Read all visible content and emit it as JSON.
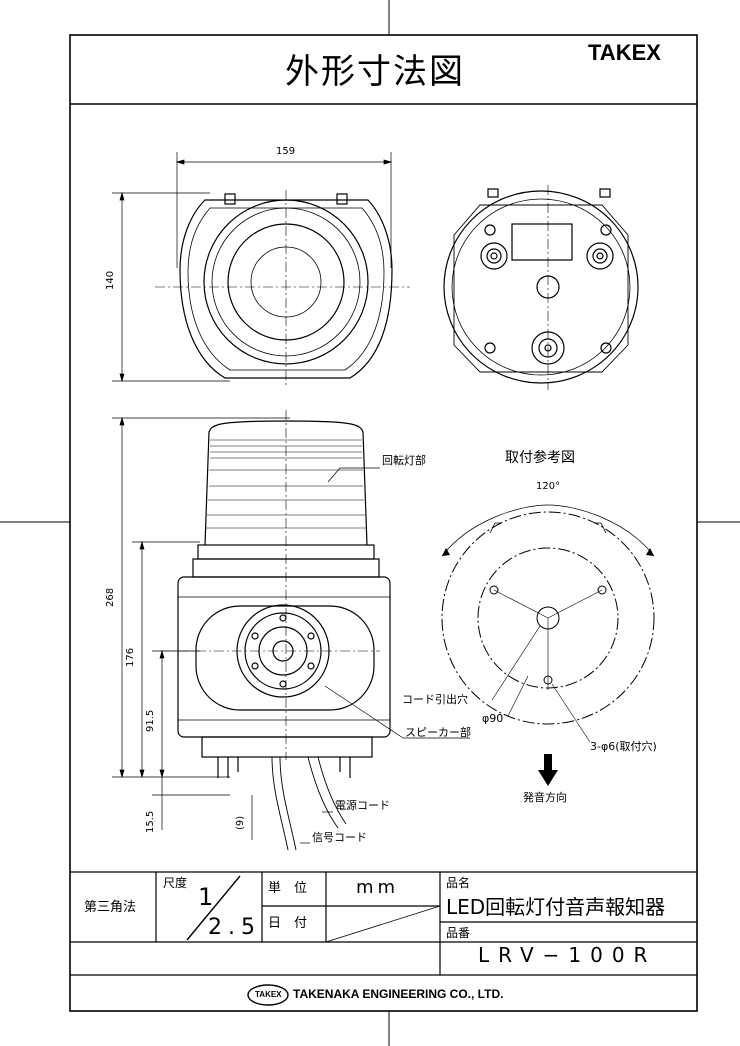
{
  "header": {
    "title": "外形寸法図",
    "brand": "TAKEX"
  },
  "drawing": {
    "front_view": {
      "width_dim": "159",
      "height_dim": "140"
    },
    "side_view": {
      "total_height": "268",
      "body_height": "176",
      "speaker_center": "91.5",
      "foot_height": "15.5",
      "cord_ref": "(9)",
      "label_rotating": "回転灯部",
      "label_speaker": "スピーカー部",
      "label_power_cord": "電源コード",
      "label_signal_cord": "信号コード"
    },
    "mount_reference": {
      "title": "取付参考図",
      "angle": "120°",
      "cord_hole": "コード引出穴",
      "diameter": "φ90",
      "mount_holes": "3-φ6(取付穴)",
      "sound_direction": "発音方向"
    }
  },
  "title_block": {
    "projection": "第三角法",
    "scale_label": "尺度",
    "scale_num": "1",
    "scale_den": "2.5",
    "unit_label": "単　位",
    "unit_value": "mm",
    "date_label": "日　付",
    "product_name_label": "品名",
    "product_name": "LED回転灯付音声報知器",
    "product_no_label": "品番",
    "product_no": "LRV−100R"
  },
  "footer": {
    "logo_text": "TAKEX",
    "company": "TAKENAKA ENGINEERING CO., LTD."
  }
}
